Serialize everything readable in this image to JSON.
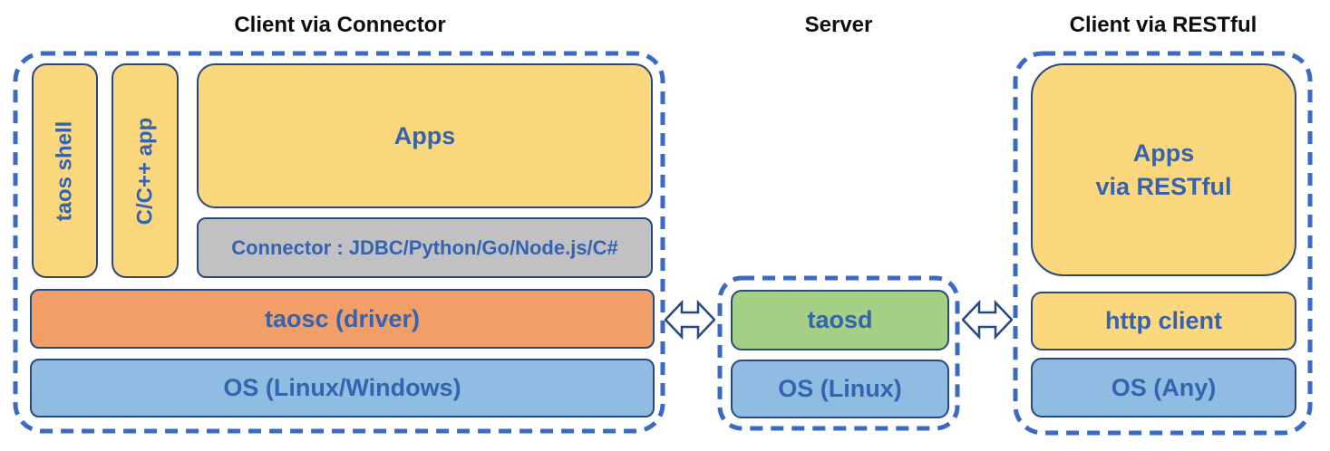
{
  "titles": {
    "left": "Client via Connector",
    "middle": "Server",
    "right": "Client via RESTful"
  },
  "left_section": {
    "taos_shell": "taos shell",
    "cpp_app": "C/C++ app",
    "apps": "Apps",
    "connector": "Connector : JDBC/Python/Go/Node.js/C#",
    "taosc": "taosc (driver)",
    "os": "OS (Linux/Windows)"
  },
  "server_section": {
    "taosd": "taosd",
    "os": "OS (Linux)"
  },
  "right_section": {
    "apps": "Apps\nvia RESTful",
    "http_client": "http client",
    "os": "OS (Any)"
  },
  "icons": {
    "left_link": "bidirectional-arrow-icon",
    "right_link": "bidirectional-arrow-icon"
  },
  "colors": {
    "box_yellow": "#fbd87e",
    "box_orange": "#f29e68",
    "box_light_blue": "#90bce2",
    "box_green": "#a5cf85",
    "box_gray": "#c1c1c3",
    "box_border_navy": "#27497f",
    "label_blue": "#3463af",
    "dashed_border_blue": "#3a6ac2",
    "title_black": "#0e0e0e"
  }
}
